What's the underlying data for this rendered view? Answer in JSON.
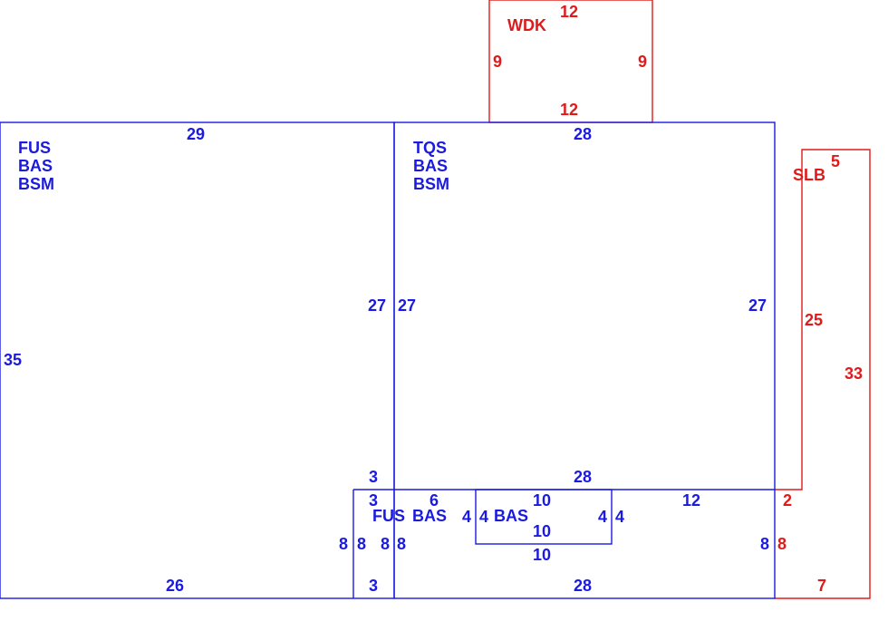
{
  "colors": {
    "blue": "#1a1ae0",
    "red": "#e01a1a"
  },
  "areas": {
    "left_room": {
      "codes": [
        "FUS",
        "BAS",
        "BSM"
      ],
      "dims": {
        "top": "29",
        "left": "35",
        "right": "27",
        "bottom": "26"
      }
    },
    "right_room": {
      "codes": [
        "TQS",
        "BAS",
        "BSM"
      ],
      "dims": {
        "top": "28",
        "left": "27",
        "right": "27",
        "bottom": "28"
      }
    },
    "small_fus": {
      "code": "FUS",
      "dims": {
        "top": "3",
        "top_inner": "3",
        "left_a": "8",
        "left_b": "8",
        "right_a": "8",
        "right_b": "8",
        "bottom": "3"
      }
    },
    "bas_strip": {
      "code": "BAS",
      "dims": {
        "top_left": "6",
        "left_b": "4",
        "top_right": "12",
        "right": "8",
        "bottom": "28"
      }
    },
    "bas_inner": {
      "code": "BAS",
      "dims": {
        "top": "10",
        "bottom": "10",
        "left": "4",
        "right": "4",
        "below": "10"
      }
    },
    "wdk": {
      "code": "WDK",
      "dims": {
        "top": "12",
        "left": "9",
        "right": "9",
        "bottom": "12"
      }
    },
    "slb": {
      "code": "SLB",
      "dims": {
        "top": "5",
        "inner_left": "25",
        "right": "33",
        "step": "2",
        "lower_left": "8",
        "bottom": "7"
      }
    }
  }
}
